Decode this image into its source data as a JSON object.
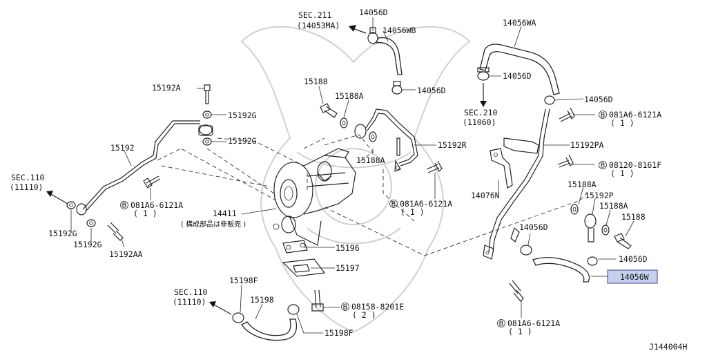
{
  "diagram": {
    "id": "J144004H",
    "labels": {
      "sec211": "SEC.211",
      "sec211_ref": "(14053MA)",
      "p14056D_a": "14056D",
      "p14056WB": "14056WB",
      "p14056WA": "14056WA",
      "p14056D_b": "14056D",
      "p14056D_c": "14056D",
      "p14056D_d": "14056D",
      "sec210": "SEC.210",
      "sec210_ref": "(11060)",
      "p15192A": "15192A",
      "p15188": "15188",
      "p15188A_a": "15188A",
      "p15192G_a": "15192G",
      "p15192G_b": "15192G",
      "p15192": "15192",
      "p15192R": "15192R",
      "p15188A_b": "15188A",
      "p15192PA": "15192PA",
      "b081A6_a": "081A6-6121A",
      "b081A6_a_qty": "( 1 )",
      "b08120": "08120-8161F",
      "b08120_qty": "( 1 )",
      "sec110_a": "SEC.110",
      "sec110_a_ref": "(11110)",
      "b081A6_b": "081A6-6121A",
      "b081A6_b_qty": "( 1 )",
      "b081A6_c": "081A6-6121A",
      "b081A6_c_qty": "( 1 )",
      "p14076N": "14076N",
      "p15188A_c": "15188A",
      "p15192P": "15192P",
      "p15188A_d": "15188A",
      "p15188_b": "15188",
      "p15192G_c": "15192G",
      "p15192G_d": "15192G",
      "p15192AA": "15192AA",
      "p14411": "14411",
      "p14411_note": "( 構成部品は非販売 )",
      "p14056D_e": "14056D",
      "p15196": "15196",
      "p15197": "15197",
      "p14056D_f": "14056D",
      "p14056W": "14056W",
      "p15198F_a": "15198F",
      "sec110_b": "SEC.110",
      "sec110_b_ref": "(11110)",
      "p15198": "15198",
      "b08158": "08158-8201E",
      "b08158_qty": "( 2 )",
      "p15198F_b": "15198F",
      "b081A6_d": "081A6-6121A",
      "b081A6_d_qty": "( 1 )",
      "bolt_mark": "B"
    },
    "colors": {
      "line": "#222222",
      "highlight_fill": "#c8d0f0",
      "highlight_stroke": "#3c3c8c",
      "watermark": "#d0d0d0"
    }
  }
}
